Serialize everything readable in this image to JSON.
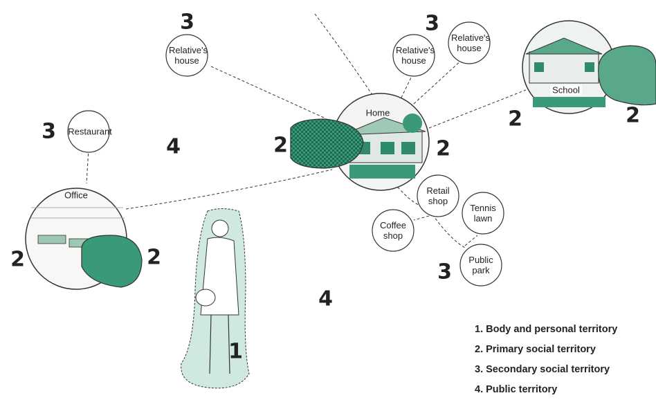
{
  "nodes": {
    "home": "Home",
    "office": "Office",
    "school": "School",
    "restaurant": "Restaurant",
    "relative_house_left": "Relative's house",
    "relative_house_mid": "Relative's house",
    "relative_house_right": "Relative's house",
    "retail_shop": "Retail shop",
    "tennis_lawn": "Tennis lawn",
    "coffee_shop": "Coffee shop",
    "public_park": "Public park"
  },
  "numbers": {
    "n1": "1",
    "n2": "2",
    "n3": "3",
    "n4": "4"
  },
  "legend": [
    "1.  Body and personal territory",
    "2.  Primary social territory",
    "3.  Secondary social territory",
    "4.  Public territory"
  ],
  "colors": {
    "accent": "#2f8a6a",
    "accent_light": "#cfe9e0",
    "ink": "#222222"
  }
}
